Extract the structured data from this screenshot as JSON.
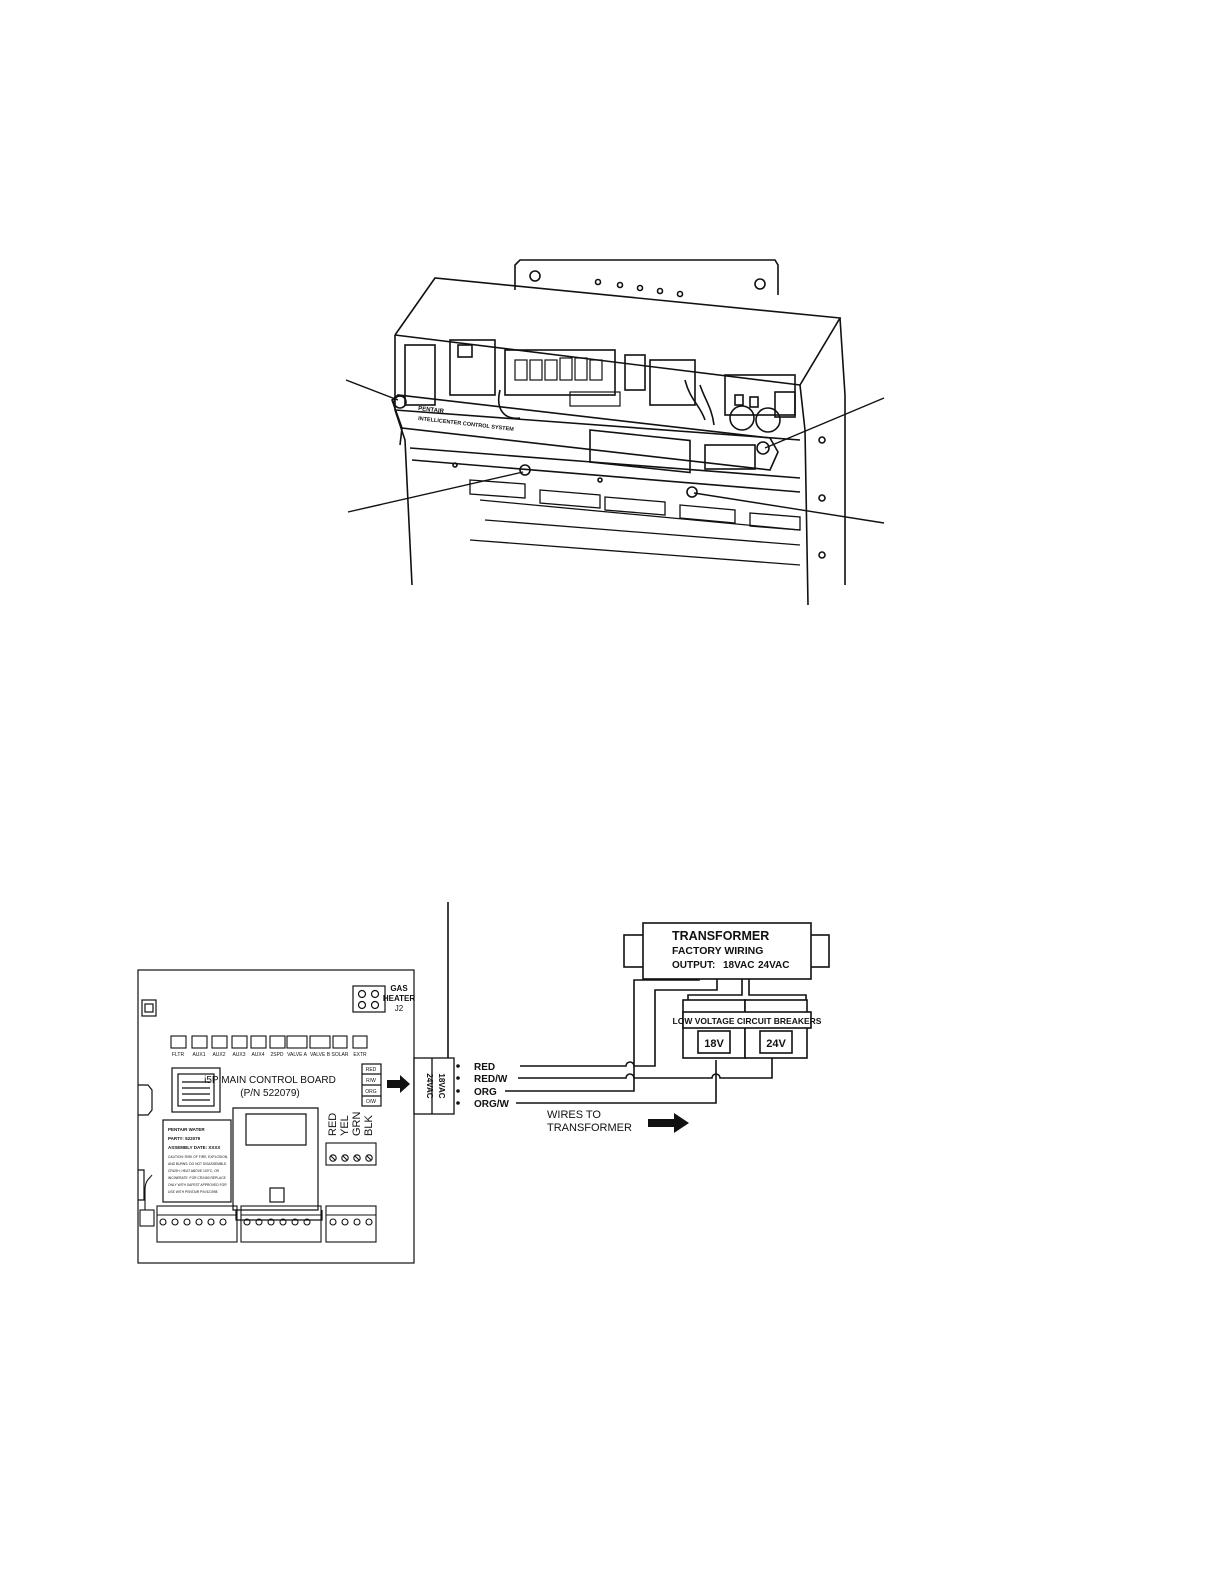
{
  "enclosure": {
    "faceplate_line1": "PENTAIR",
    "faceplate_line2": "INTELLICENTER CONTROL SYSTEM"
  },
  "board": {
    "title": "i5P MAIN CONTROL BOARD",
    "part_number": "(P/N 522079)",
    "gas_heater_line1": "GAS",
    "gas_heater_line2": "HEATER",
    "gas_heater_line3": "J2",
    "aux_labels": [
      "FLTR",
      "AUX1",
      "AUX2",
      "AUX3",
      "AUX4",
      "2SPD",
      "VALVE A",
      "VALVE B",
      "SOLAR",
      "EXTR"
    ],
    "small_conn_labels": [
      "RED",
      "R/W",
      "ORG",
      "O/W"
    ],
    "color_labels": [
      "RED",
      "YEL",
      "GRN",
      "BLK"
    ],
    "sticker": [
      "PENTAIR WATER",
      "PART#: 522079",
      "ASSEMBLY DATE: XXXX",
      "CAUTION: RISK OF FIRE, EXPLOSION,",
      "AND BURNS. DO NOT DISASSEMBLE,",
      "CRUSH, HEAT ABOVE 100°C, OR",
      "INCINERATE. FOR CR2450 REPLACE",
      "ONLY WITH SAFEST APPROVED FOR",
      "USE WITH PENTAIR P/N 521998"
    ]
  },
  "plug": {
    "label_24": "24VAC",
    "label_18": "18VAC"
  },
  "wires": [
    "RED",
    "RED/W",
    "ORG",
    "ORG/W"
  ],
  "wires_note_line1": "WIRES TO",
  "wires_note_line2": "TRANSFORMER",
  "transformer": {
    "title": "TRANSFORMER",
    "subtitle": "FACTORY WIRING",
    "output_prefix": "OUTPUT:",
    "output_18": "18VAC",
    "output_24": "24VAC"
  },
  "breakers": {
    "title": "LOW VOLTAGE CIRCUIT BREAKERS",
    "v18": "18V",
    "v24": "24V"
  }
}
